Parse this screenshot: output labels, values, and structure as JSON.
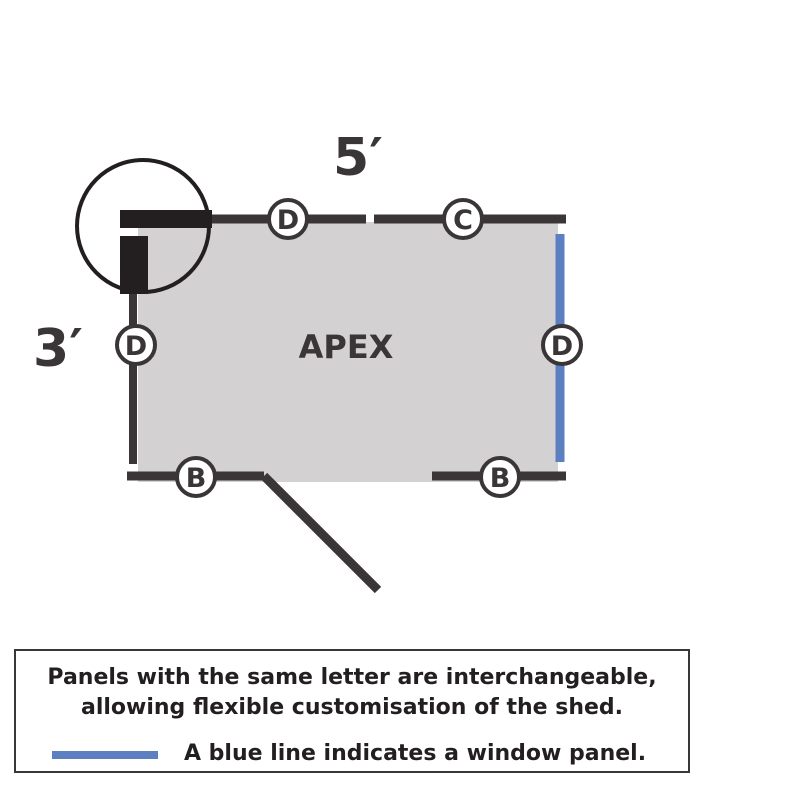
{
  "dimensions": {
    "width_label": "5′",
    "depth_label": "3′"
  },
  "room_label": "APEX",
  "panels": {
    "top_left": "D",
    "top_right": "C",
    "left": "D",
    "right": "D",
    "bottom_left": "B",
    "bottom_right": "B"
  },
  "legend": {
    "line1": "Panels with the same letter are interchangeable,",
    "line2": "allowing flexible customisation of the shed.",
    "window_caption": "A blue line indicates a window panel."
  },
  "colors": {
    "floor": "#d4d1d2",
    "wall": "#3a3536",
    "window": "#5b7fc0"
  }
}
